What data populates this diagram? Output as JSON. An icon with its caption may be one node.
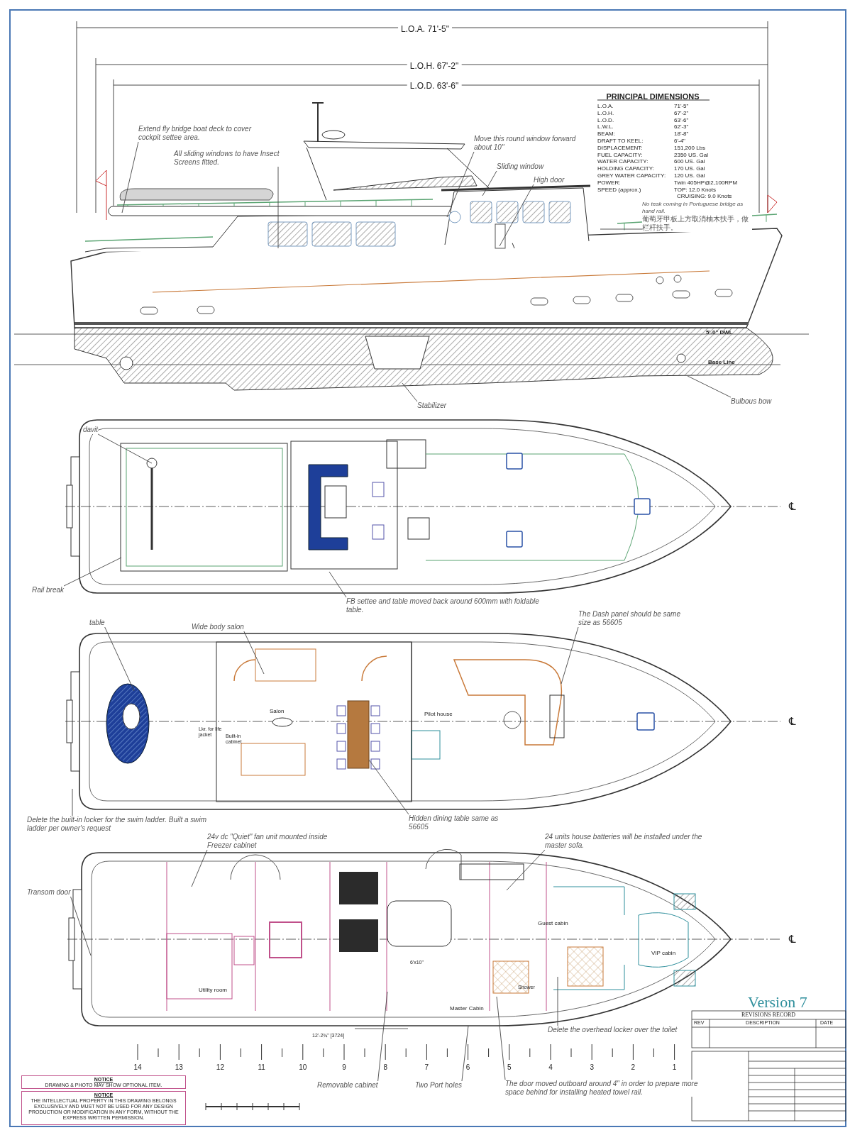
{
  "diagram": {
    "nodes": [
      {
        "text": [
          "Extend fly bridge boat deck to cover cockpit settee area."
        ]
      },
      {
        "text": [
          "All sliding windows to have Insect Screens fitted."
        ]
      },
      {
        "text": [
          "Move this round window forward about 10\""
        ]
      },
      {
        "text": [
          "Sliding window"
        ]
      },
      {
        "text": [
          "High door"
        ]
      },
      {
        "text": [
          "No teak coming in Portuguese bridge as hand rail.",
          "葡萄牙甲板上方取消柚木扶手，做栏杆扶手。"
        ]
      },
      {
        "text": [
          "Stabilizer"
        ]
      },
      {
        "text": [
          "Bulbous bow"
        ]
      },
      {
        "text": [
          "davit"
        ]
      },
      {
        "text": [
          "Rail break"
        ]
      },
      {
        "text": [
          "FB settee and table moved back around 600mm with foldable table."
        ]
      },
      {
        "text": [
          "table"
        ]
      },
      {
        "text": [
          "Wide body salon"
        ]
      },
      {
        "text": [
          "The Dash panel should be same size as 56605"
        ]
      },
      {
        "text": [
          "Delete the built-in locker for the swim ladder. Built a swim ladder per owner's request"
        ]
      },
      {
        "text": [
          "Hidden dining table same as 56605"
        ]
      },
      {
        "text": [
          "24v dc \"Quiet\" fan unit mounted inside Freezer cabinet"
        ]
      },
      {
        "text": [
          "24 units house batteries will be installed under the master sofa."
        ]
      },
      {
        "text": [
          "Transom door"
        ]
      },
      {
        "text": [
          "Delete the overhead locker over the toilet"
        ]
      },
      {
        "text": [
          "Removable cabinet"
        ]
      },
      {
        "text": [
          "Two Port holes"
        ]
      },
      {
        "text": [
          "The door moved outboard around 4\" in order to prepare more space behind for installing heated towel rail."
        ]
      },
      {
        "text": [
          "NOTICE",
          "DRAWING & PHOTO MAY SHOW OPTIONAL ITEM."
        ]
      },
      {
        "text": [
          "NOTICE",
          "THE INTELLECTUAL PROPERTY IN THIS DRAWING BELONGS EXCLUSIVELY AND MUST NOT BE USED FOR ANY DESIGN PRODUCTION OR MODIFICATION IN ANY FORM, WITHOUT THE EXPRESS WRITTEN PERMISSION."
        ]
      }
    ],
    "edges": [
      {
        "from": 0,
        "to": null,
        "arrow": "none"
      },
      {
        "from": 1,
        "to": null,
        "arrow": "none"
      },
      {
        "from": 2,
        "to": null,
        "arrow": "none"
      },
      {
        "from": 3,
        "to": null,
        "arrow": "none"
      },
      {
        "from": 4,
        "to": null,
        "arrow": "none"
      },
      {
        "from": 5,
        "to": null,
        "arrow": "none"
      },
      {
        "from": 6,
        "to": null,
        "arrow": "none"
      },
      {
        "from": 7,
        "to": null,
        "arrow": "none"
      },
      {
        "from": 8,
        "to": null,
        "arrow": "none"
      },
      {
        "from": 9,
        "to": null,
        "arrow": "none"
      },
      {
        "from": 10,
        "to": null,
        "arrow": "none"
      },
      {
        "from": 11,
        "to": null,
        "arrow": "none"
      },
      {
        "from": 12,
        "to": null,
        "arrow": "none"
      },
      {
        "from": 13,
        "to": null,
        "arrow": "none"
      },
      {
        "from": 14,
        "to": null,
        "arrow": "none"
      },
      {
        "from": 15,
        "to": null,
        "arrow": "none"
      },
      {
        "from": 16,
        "to": null,
        "arrow": "none"
      },
      {
        "from": 17,
        "to": null,
        "arrow": "none"
      },
      {
        "from": 18,
        "to": null,
        "arrow": "none"
      },
      {
        "from": 19,
        "to": null,
        "arrow": "none"
      },
      {
        "from": 20,
        "to": null,
        "arrow": "none"
      },
      {
        "from": 21,
        "to": null,
        "arrow": "none"
      },
      {
        "from": 22,
        "to": null,
        "arrow": "none"
      }
    ],
    "labels": [
      "L.O.A. 71'-5\"",
      "L.O.H. 67'-2\"",
      "L.O.D. 63'-6\"",
      "PRINCIPAL DIMENSIONS",
      "L.O.A.",
      "71'-5\"",
      "L.O.H.",
      "67'-2\"",
      "L.O.D.",
      "63'-6\"",
      "L.W.L.",
      "62'-3\"",
      "BEAM:",
      "18'-8\"",
      "DRAFT TO KEEL:",
      "6'-4\"",
      "DISPLACEMENT:",
      "151,200 Lbs",
      "FUEL CAPACITY:",
      "2350 US. Gal",
      "WATER CAPACITY:",
      "600 US. Gal",
      "HOLDING CAPACITY:",
      "170 US. Gal",
      "GREY WATER CAPACITY:",
      "120 US. Gal",
      "POWER:",
      "Twin 405HP@2,100RPM",
      "SPEED (approx.)",
      "TOP: 12.0 Knots",
      "CRUISING: 9.0 Knots",
      "5'-0\" DWL",
      "Base Line",
      "℄",
      "Salon",
      "Pilot house",
      "Lkr. for life jacket",
      "Built-in cabinet",
      "℄",
      "Guest cabin",
      "6'x10\"",
      "VIP cabin",
      "℄",
      "Shower",
      "Utility room",
      "Master Cabin",
      "Version 7",
      "12'-2¾\" [3724]",
      "REVISIONS RECORD",
      "REV",
      "DESCRIPTION",
      "DATE",
      "14",
      "13",
      "12",
      "11",
      "10",
      "9",
      "8",
      "7",
      "6",
      "5",
      "4",
      "3",
      "2",
      "1"
    ]
  }
}
